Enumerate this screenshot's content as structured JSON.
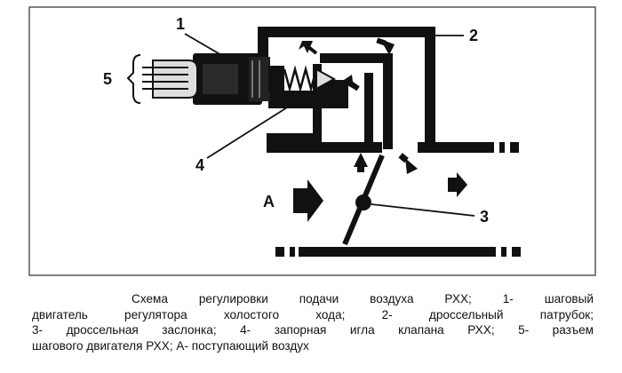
{
  "diagram": {
    "labels": {
      "stepper_motor": "1",
      "throttle_body": "2",
      "throttle_valve": "3",
      "needle": "4",
      "connector": "5",
      "incoming_air": "A"
    },
    "colors": {
      "ink": "#111111",
      "frame": "#555555",
      "background": "#ffffff"
    }
  },
  "caption": {
    "line1": "Схема регулировки подачи воздуха РХХ; 1- шаговый",
    "line2": "двигатель регулятора холостого хода; 2- дроссельный патрубок;",
    "line3": "3- дроссельная заслонка; 4- запорная игла клапана РХХ; 5- разъем",
    "line4": "шагового двигателя РХХ; А- поступающий воздух"
  }
}
